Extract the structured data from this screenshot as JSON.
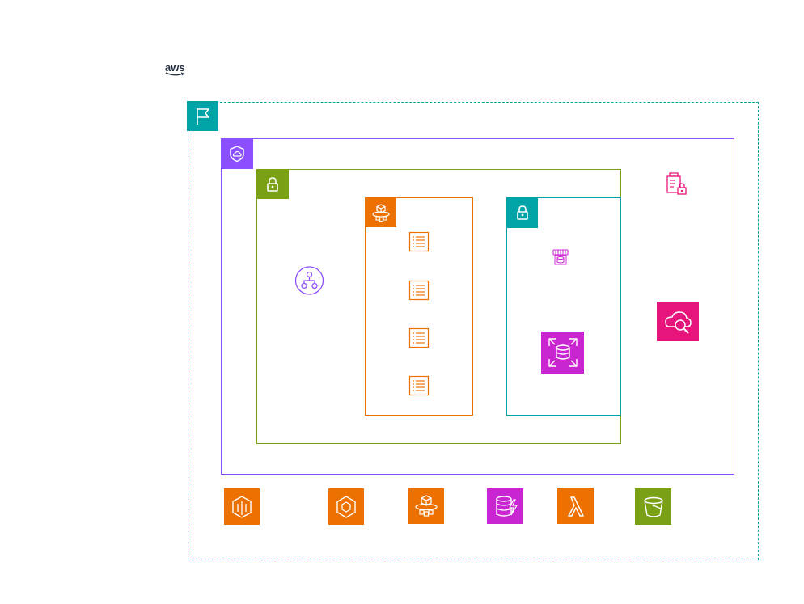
{
  "diagram": {
    "logo": {
      "text": "aws",
      "icon": "aws-logo-icon"
    },
    "colors": {
      "region": "#00a4a6",
      "vpc": "#8c4fff",
      "public_subnet": "#7aa116",
      "private_subnet": "#00a4a6",
      "ecs_cluster": "#ed7100",
      "compute": "#ed7100",
      "database": "#c925d1",
      "management": "#e7157b",
      "storage": "#7aa116"
    },
    "groups": [
      {
        "id": "region",
        "icon": "flag-icon"
      },
      {
        "id": "vpc",
        "icon": "vpc-cloud-shield-icon"
      },
      {
        "id": "public-subnet",
        "icon": "lock-icon"
      },
      {
        "id": "ecs-cluster",
        "icon": "ecs-service-icon"
      },
      {
        "id": "private-subnet",
        "icon": "lock-icon"
      }
    ],
    "nodes": [
      {
        "id": "load-balancer",
        "icon": "application-load-balancer-icon"
      },
      {
        "id": "task-1",
        "icon": "ecs-task-icon"
      },
      {
        "id": "task-2",
        "icon": "ecs-task-icon"
      },
      {
        "id": "task-3",
        "icon": "ecs-task-icon"
      },
      {
        "id": "task-4",
        "icon": "ecs-task-icon"
      },
      {
        "id": "db-proxy",
        "icon": "rds-proxy-icon"
      },
      {
        "id": "rds",
        "icon": "rds-icon"
      },
      {
        "id": "secrets-manager",
        "icon": "secrets-manager-icon"
      },
      {
        "id": "cloudwatch",
        "icon": "cloudwatch-icon"
      },
      {
        "id": "ecr",
        "icon": "ecr-icon"
      },
      {
        "id": "ecs",
        "icon": "ecs-icon"
      },
      {
        "id": "fargate",
        "icon": "fargate-icon"
      },
      {
        "id": "dynamodb",
        "icon": "dynamodb-icon"
      },
      {
        "id": "lambda",
        "icon": "lambda-icon"
      },
      {
        "id": "s3",
        "icon": "s3-bucket-icon"
      }
    ]
  }
}
